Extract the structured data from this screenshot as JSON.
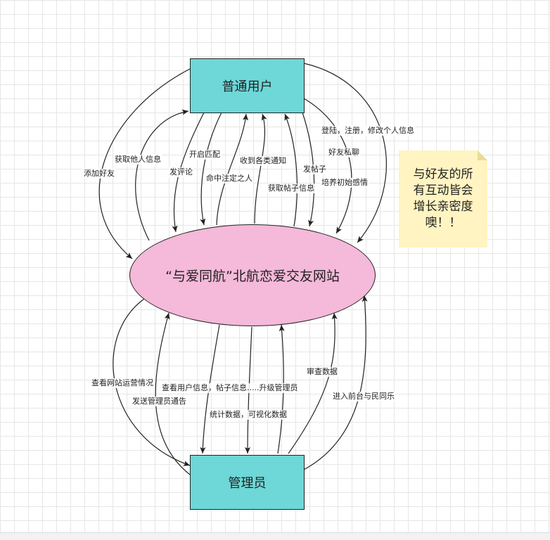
{
  "nodes": {
    "user": "普通用户",
    "site": "“与爱同航”北航恋爱交友网站",
    "admin": "管理员"
  },
  "edges": {
    "add_friend": "添加好友",
    "get_others_info": "获取他人信息",
    "comment": "发评论",
    "start_match": "开启匹配",
    "destined": "命中注定之人",
    "notifications": "收到各类通知",
    "get_post_info": "获取帖子信息",
    "post": "发帖子",
    "login": "登陆，注册，修改个人信息",
    "private_chat": "好友私聊",
    "build_affection": "培养初始感情",
    "view_operation": "查看网站运营情况",
    "send_notice": "发送管理员通告",
    "view_user_info": "查看用户信息，帖子信息.....升级管理员",
    "statistics": "统计数据，可视化数据",
    "review_data": "审查数据",
    "enter_frontend": "进入前台与民同乐"
  },
  "note": {
    "line1": "与好友的所",
    "line2": "有互动皆会",
    "line3": "增长亲密度",
    "line4": "噢！！"
  }
}
